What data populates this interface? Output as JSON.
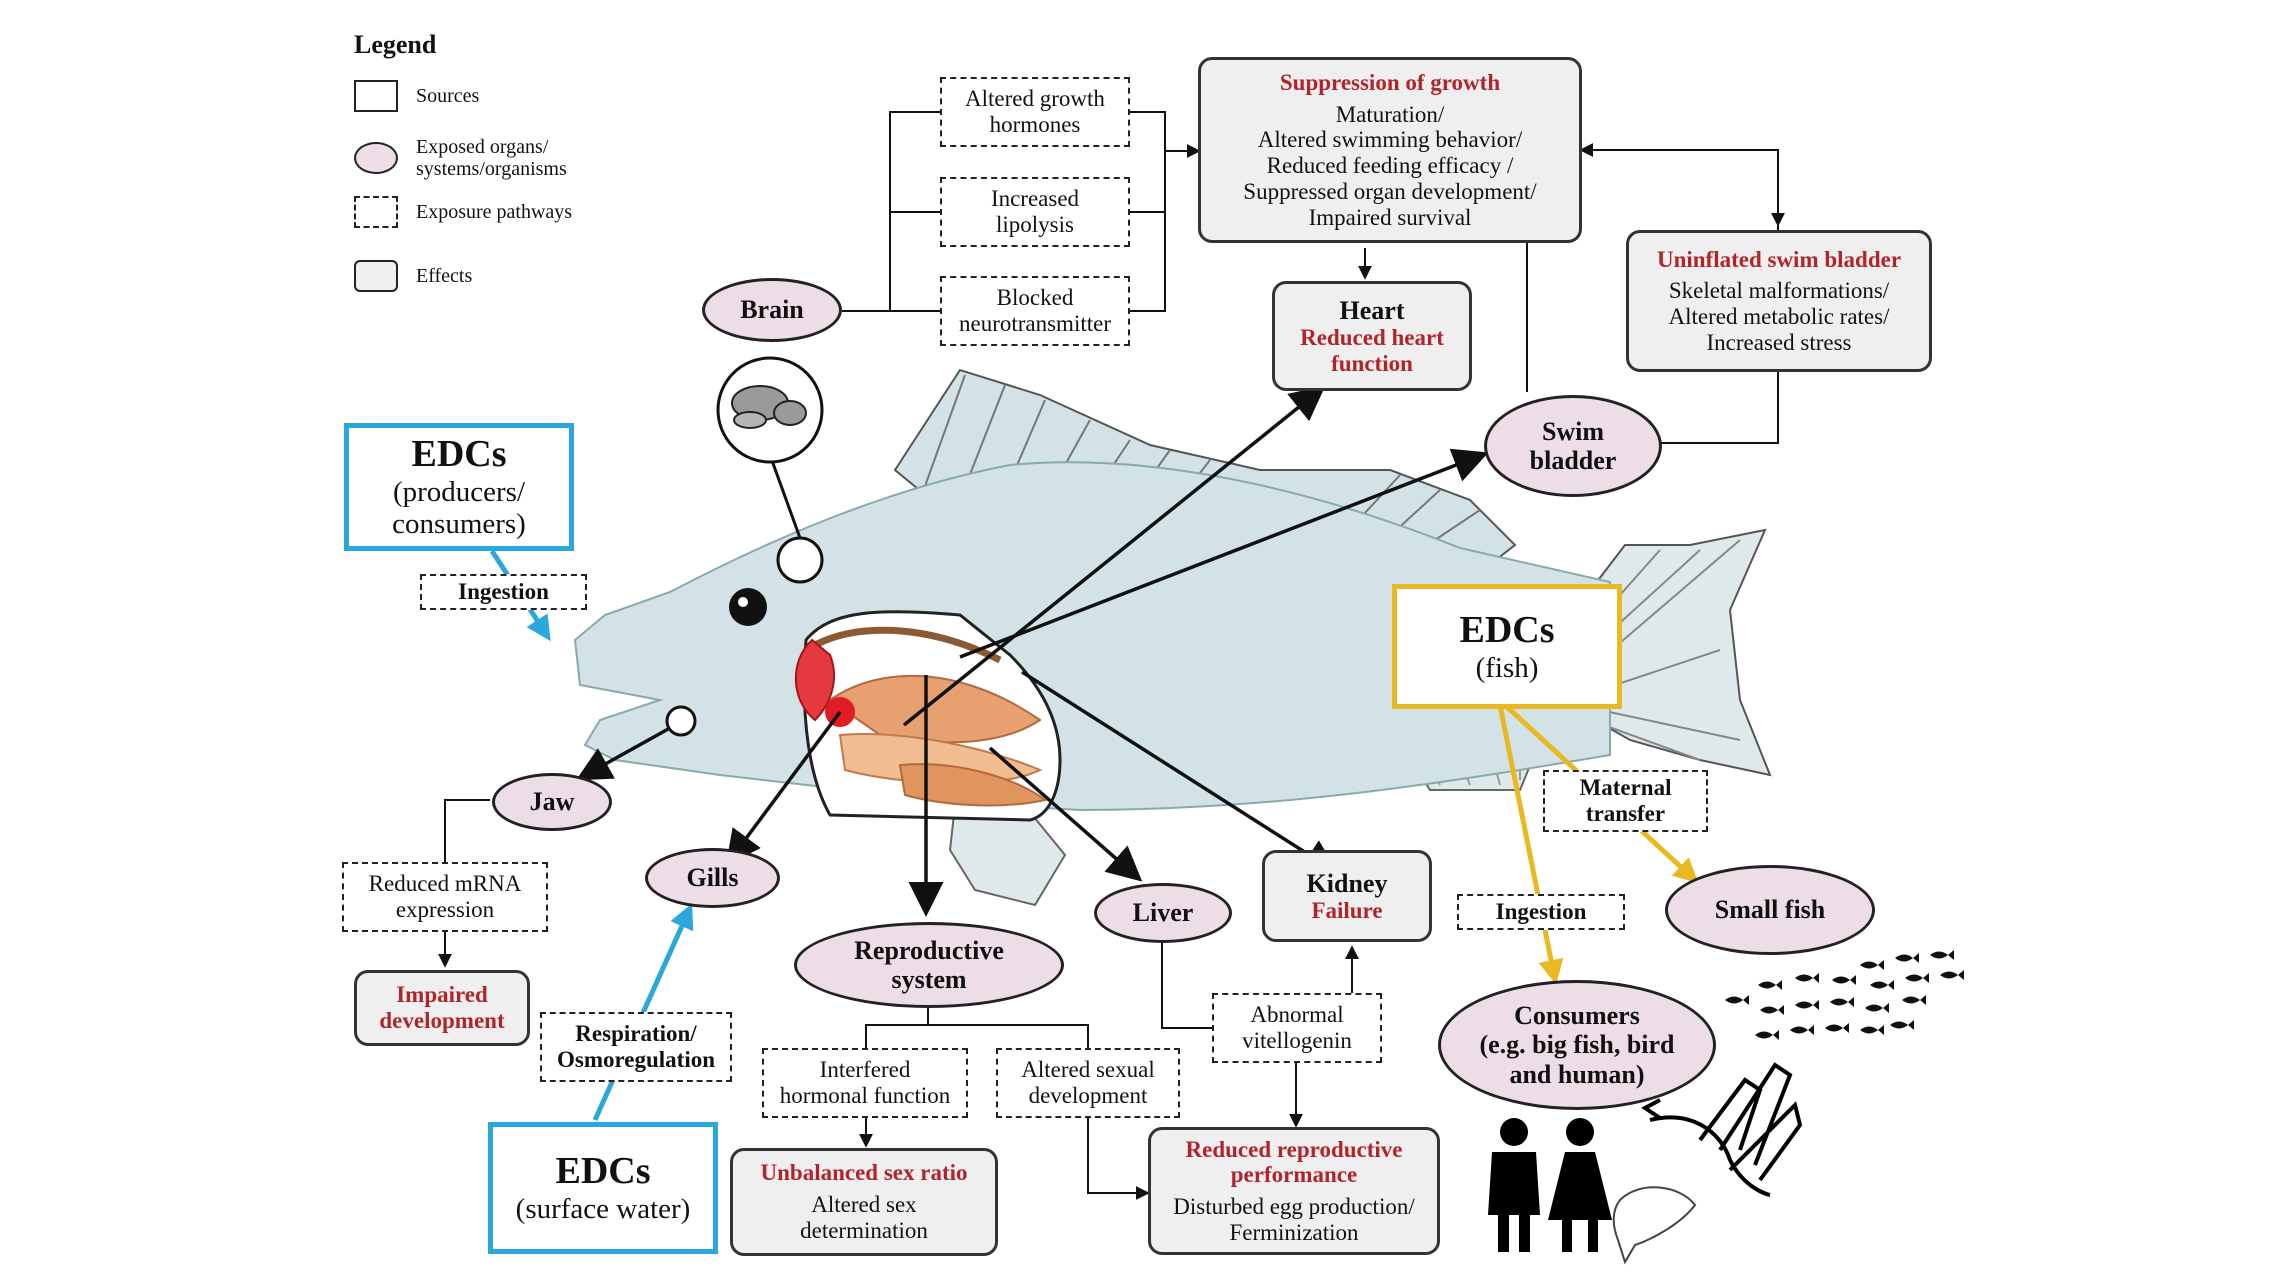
{
  "legend": {
    "title": "Legend",
    "sources": "Sources",
    "exposed_line1": "Exposed organs/",
    "exposed_line2": "systems/organisms",
    "pathways": "Exposure pathways",
    "effects": "Effects"
  },
  "sources": {
    "producers_title": "EDCs",
    "producers_sub1": "(producers/",
    "producers_sub2": "consumers)",
    "water_title": "EDCs",
    "water_sub": "(surface water)",
    "fish_title": "EDCs",
    "fish_sub": "(fish)"
  },
  "organs": {
    "brain": "Brain",
    "swim_bladder_1": "Swim",
    "swim_bladder_2": "bladder",
    "jaw": "Jaw",
    "gills": "Gills",
    "repro_1": "Reproductive",
    "repro_2": "system",
    "liver": "Liver",
    "small_fish": "Small fish",
    "consumers_1": "Consumers",
    "consumers_2": "(e.g. big fish, bird",
    "consumers_3": "and human)"
  },
  "pathways": {
    "growth_hormones_1": "Altered growth",
    "growth_hormones_2": "hormones",
    "lipolysis_1": "Increased",
    "lipolysis_2": "lipolysis",
    "neuro_1": "Blocked",
    "neuro_2": "neurotransmitter",
    "ingestion_top": "Ingestion",
    "mrna_1": "Reduced mRNA",
    "mrna_2": "expression",
    "resp_1": "Respiration/",
    "resp_2": "Osmoregulation",
    "hormonal_1": "Interfered",
    "hormonal_2": "hormonal function",
    "sexual_dev_1": "Altered sexual",
    "sexual_dev_2": "development",
    "vitello_1": "Abnormal",
    "vitello_2": "vitellogenin",
    "maternal_1": "Maternal",
    "maternal_2": "transfer",
    "ingestion_fish": "Ingestion"
  },
  "effects": {
    "growth_title": "Suppression of growth",
    "growth_1": "Maturation/",
    "growth_2": "Altered swimming behavior/",
    "growth_3": "Reduced feeding efficacy /",
    "growth_4": "Suppressed organ development/",
    "growth_5": "Impaired survival",
    "heart_title": "Heart",
    "heart_1": "Reduced heart",
    "heart_2": "function",
    "bladder_title": "Uninflated swim bladder",
    "bladder_1": "Skeletal malformations/",
    "bladder_2": "Altered metabolic rates/",
    "bladder_3": "Increased stress",
    "kidney_title": "Kidney",
    "kidney_1": "Failure",
    "impaired_1": "Impaired",
    "impaired_2": "development",
    "sexratio_title": "Unbalanced sex ratio",
    "sexratio_1": "Altered sex",
    "sexratio_2": "determination",
    "repro_title_1": "Reduced reproductive",
    "repro_title_2": "performance",
    "repro_1": "Disturbed egg production/",
    "repro_2": "Ferminization"
  },
  "colors": {
    "water_source": "#2aa8dc",
    "fish_source": "#e8b923",
    "organ_fill": "#ecdde6",
    "effect_fill": "#efefef",
    "effect_red": "#b0252c",
    "fish_body": "#d2e2e7"
  },
  "icons": [
    "brain-icon",
    "human-male-icon",
    "human-female-icon",
    "eagle-icon",
    "bass-fish-icon",
    "fish-school-icon"
  ]
}
